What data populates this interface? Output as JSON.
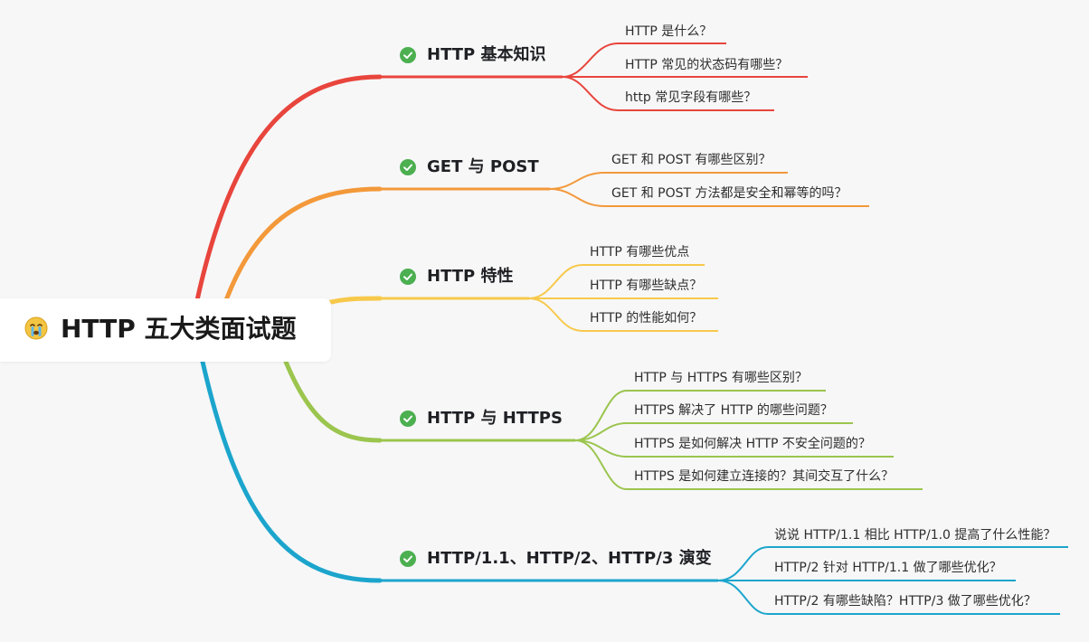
{
  "root": {
    "title": "HTTP 五大类面试题",
    "icon": "crying-face-icon"
  },
  "topics": [
    {
      "label": "HTTP 基本知识",
      "color": "#e8453c",
      "leaves": [
        "HTTP 是什么？",
        "HTTP 常见的状态码有哪些？",
        "http 常见字段有哪些？"
      ]
    },
    {
      "label": "GET 与 POST",
      "color": "#f3993a",
      "leaves": [
        "GET 和 POST 有哪些区别？",
        "GET 和 POST 方法都是安全和幂等的吗？"
      ]
    },
    {
      "label": "HTTP 特性",
      "color": "#f7c94b",
      "leaves": [
        "HTTP 有哪些优点",
        "HTTP 有哪些缺点？",
        "HTTP 的性能如何？"
      ]
    },
    {
      "label": "HTTP 与 HTTPS",
      "color": "#9bc54e",
      "leaves": [
        "HTTP 与 HTTPS 有哪些区别？",
        "HTTPS 解决了 HTTP 的哪些问题？",
        "HTTPS 是如何解决 HTTP 不安全问题的？",
        "HTTPS  是如何建立连接的？其间交互了什么？"
      ]
    },
    {
      "label": "HTTP/1.1、HTTP/2、HTTP/3 演变",
      "color": "#1ca5cc",
      "leaves": [
        "说说 HTTP/1.1 相比 HTTP/1.0 提高了什么性能？",
        "HTTP/2 针对 HTTP/1.1 做了哪些优化？",
        "HTTP/2 有哪些缺陷？HTTP/3 做了哪些优化？"
      ]
    }
  ],
  "check_icon_color": "#4caf50"
}
